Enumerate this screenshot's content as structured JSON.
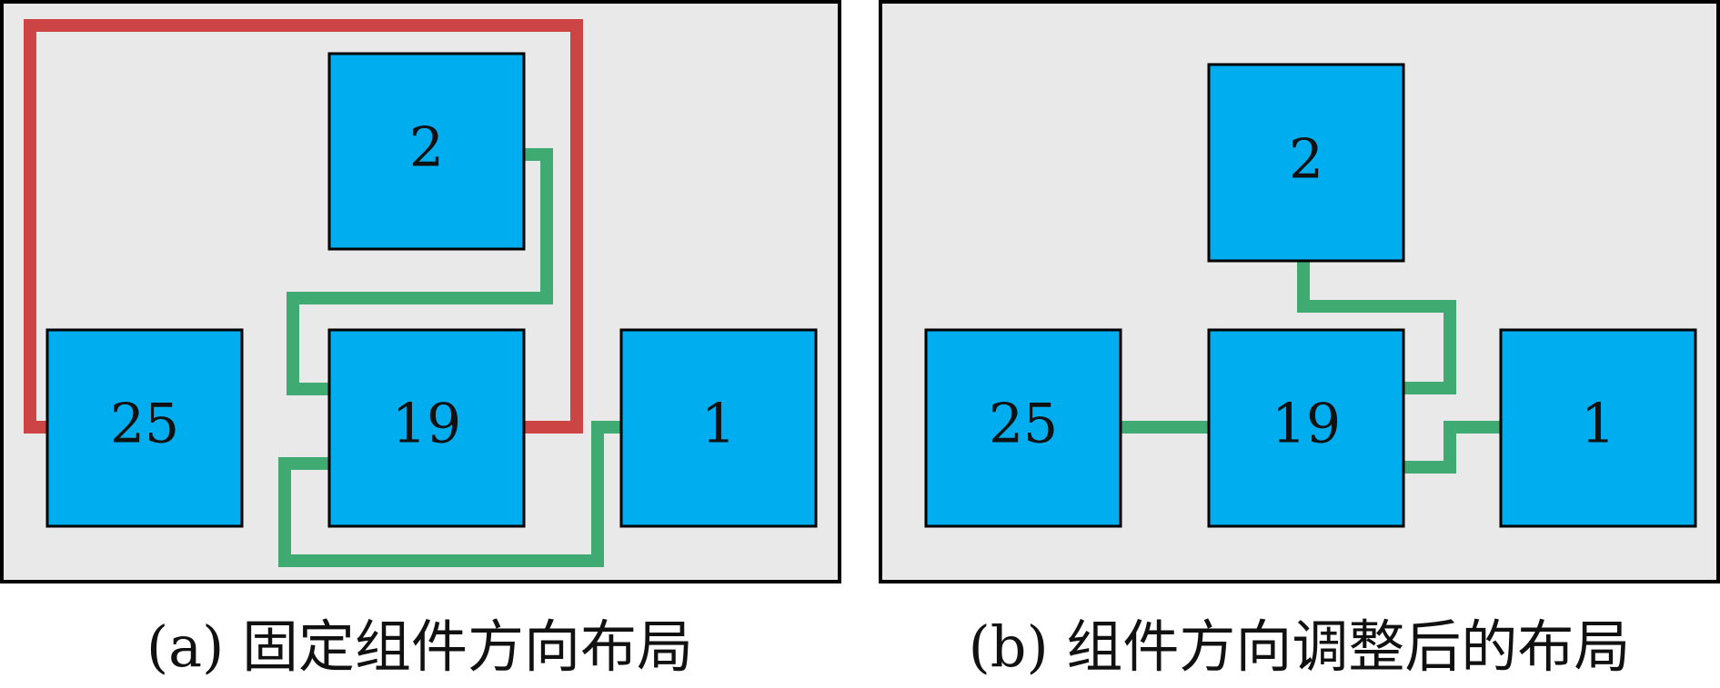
{
  "colors": {
    "panel_bg": "#e9e9e9",
    "component": "#00aeef",
    "wire_fixed": "#cc4444",
    "wire_adjusted": "#3fab73",
    "border": "#000000"
  },
  "panels": [
    {
      "id": "a",
      "caption": "(a) 固定组件方向布局",
      "nodes": [
        {
          "id": "2",
          "label": "2"
        },
        {
          "id": "25",
          "label": "25"
        },
        {
          "id": "19",
          "label": "19"
        },
        {
          "id": "1",
          "label": "1"
        }
      ],
      "edges": [
        {
          "from": "25",
          "to": "19",
          "color": "red"
        },
        {
          "from": "2",
          "to": "19",
          "color": "green"
        },
        {
          "from": "19",
          "to": "1",
          "color": "green"
        }
      ]
    },
    {
      "id": "b",
      "caption": "(b) 组件方向调整后的布局",
      "nodes": [
        {
          "id": "2",
          "label": "2"
        },
        {
          "id": "25",
          "label": "25"
        },
        {
          "id": "19",
          "label": "19"
        },
        {
          "id": "1",
          "label": "1"
        }
      ],
      "edges": [
        {
          "from": "25",
          "to": "19",
          "color": "green"
        },
        {
          "from": "2",
          "to": "19",
          "color": "green"
        },
        {
          "from": "19",
          "to": "1",
          "color": "green"
        }
      ]
    }
  ]
}
